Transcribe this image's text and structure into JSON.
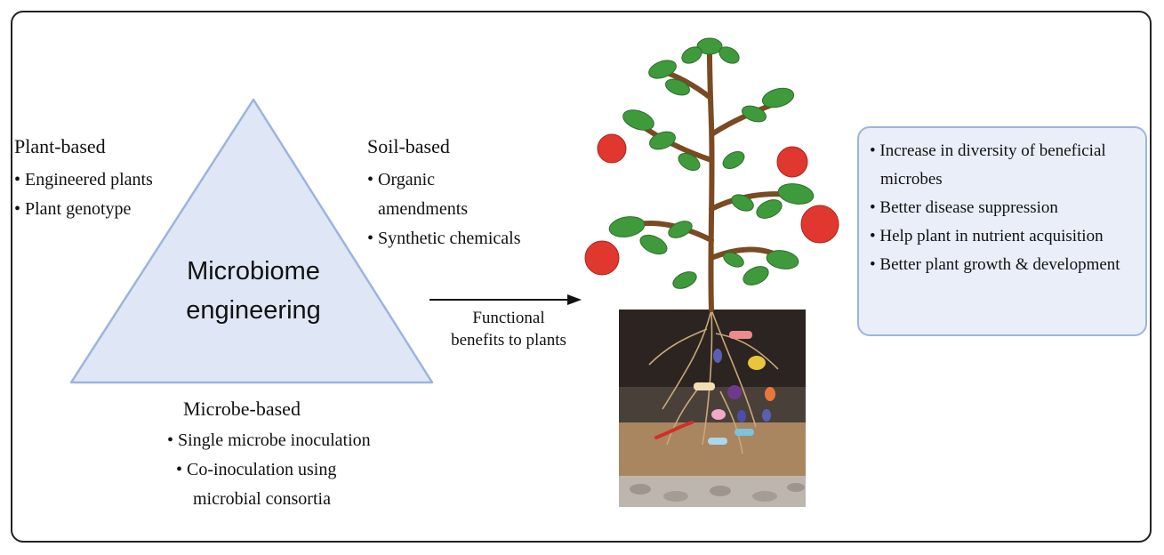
{
  "triangle": {
    "title_line1": "Microbiome",
    "title_line2": "engineering",
    "fill": "#dfe7f6",
    "stroke": "#9db4dc"
  },
  "plant_based": {
    "heading": "Plant-based",
    "items": [
      "• Engineered plants",
      "• Plant genotype"
    ]
  },
  "soil_based": {
    "heading": "Soil-based",
    "items": [
      "• Organic",
      "amendments",
      "• Synthetic chemicals"
    ]
  },
  "microbe_based": {
    "heading": "Microbe-based",
    "items": [
      "• Single microbe inoculation",
      "• Co-inoculation using",
      "microbial consortia"
    ]
  },
  "arrow": {
    "label_line1": "Functional",
    "label_line2": "benefits to plants"
  },
  "benefits": {
    "items": [
      "• Increase in diversity of  beneficial microbes",
      "• Better disease suppression",
      "• Help plant in nutrient acquisition",
      "• Better plant growth & development"
    ],
    "fill": "#e9eef9",
    "stroke": "#9db4dc"
  },
  "illustration": {
    "plant_icon": "tomato-plant-icon",
    "soil_icon": "soil-with-microbes-icon",
    "leaf_color": "#3f9a3c",
    "stem_color": "#7a4a22",
    "fruit_color": "#e0382e"
  }
}
